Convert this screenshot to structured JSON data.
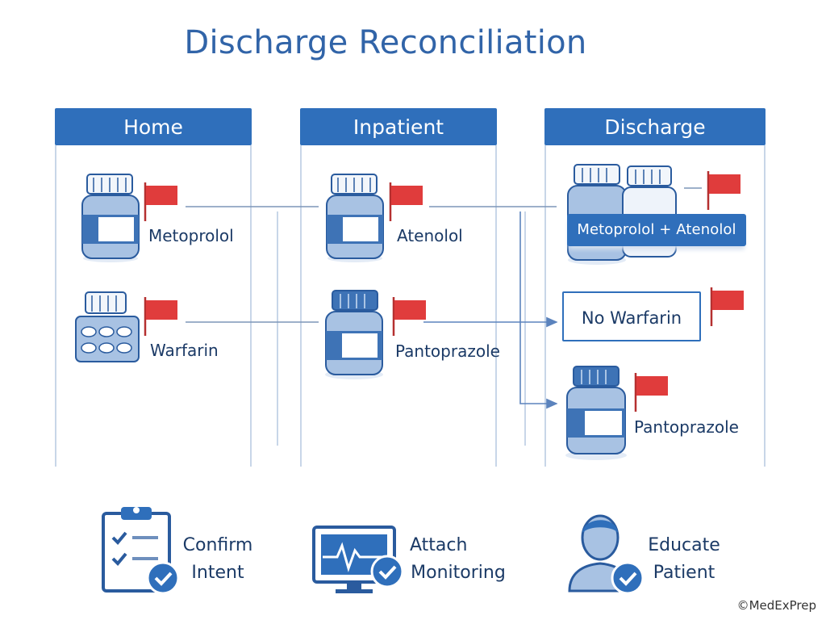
{
  "title": "Discharge Reconciliation",
  "columns": [
    {
      "header": "Home"
    },
    {
      "header": "Inpatient"
    },
    {
      "header": "Discharge"
    }
  ],
  "home_meds": [
    "Metoprolol",
    "Warfarin"
  ],
  "inpatient_meds": [
    "Atenolol",
    "Pantoprazole"
  ],
  "discharge": {
    "combined": "Metoprolol + Atenolol",
    "stopped": "No Warfarin",
    "continued": "Pantoprazole"
  },
  "actions": [
    {
      "line1": "Confirm",
      "line2": "Intent",
      "icon": "clipboard-check-icon"
    },
    {
      "line1": "Attach",
      "line2": "Monitoring",
      "icon": "monitor-heartbeat-icon"
    },
    {
      "line1": "Educate",
      "line2": "Patient",
      "icon": "person-check-icon"
    }
  ],
  "copyright": "©MedExPrep",
  "colors": {
    "primary": "#2f6fbb",
    "flag": "#e03c3c",
    "text": "#1b3a66"
  }
}
